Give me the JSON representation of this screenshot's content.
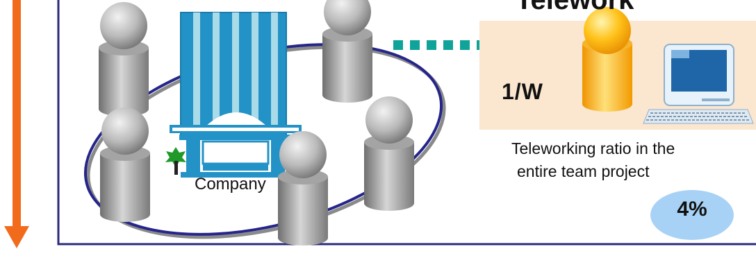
{
  "telework": {
    "title": "Telework",
    "frequency": "1/W",
    "ratio_caption_line1": "Teleworking ratio in the",
    "ratio_caption_line2": "entire team project",
    "ratio_value": "4%"
  },
  "office": {
    "company_label": "Company"
  },
  "icons": [
    "down-arrow-icon",
    "building-icon",
    "tree-icon",
    "person-icon",
    "computer-icon",
    "dotted-arrow-icon"
  ],
  "colors": {
    "arrow_orange": "#f26b1d",
    "frame_navy": "#2b2a7a",
    "ellipse_navy": "#25258a",
    "building_blue": "#2392c6",
    "telework_panel": "#fbe6cf",
    "dotted_teal": "#10a39a",
    "badge_blue": "#a8d2f5"
  }
}
